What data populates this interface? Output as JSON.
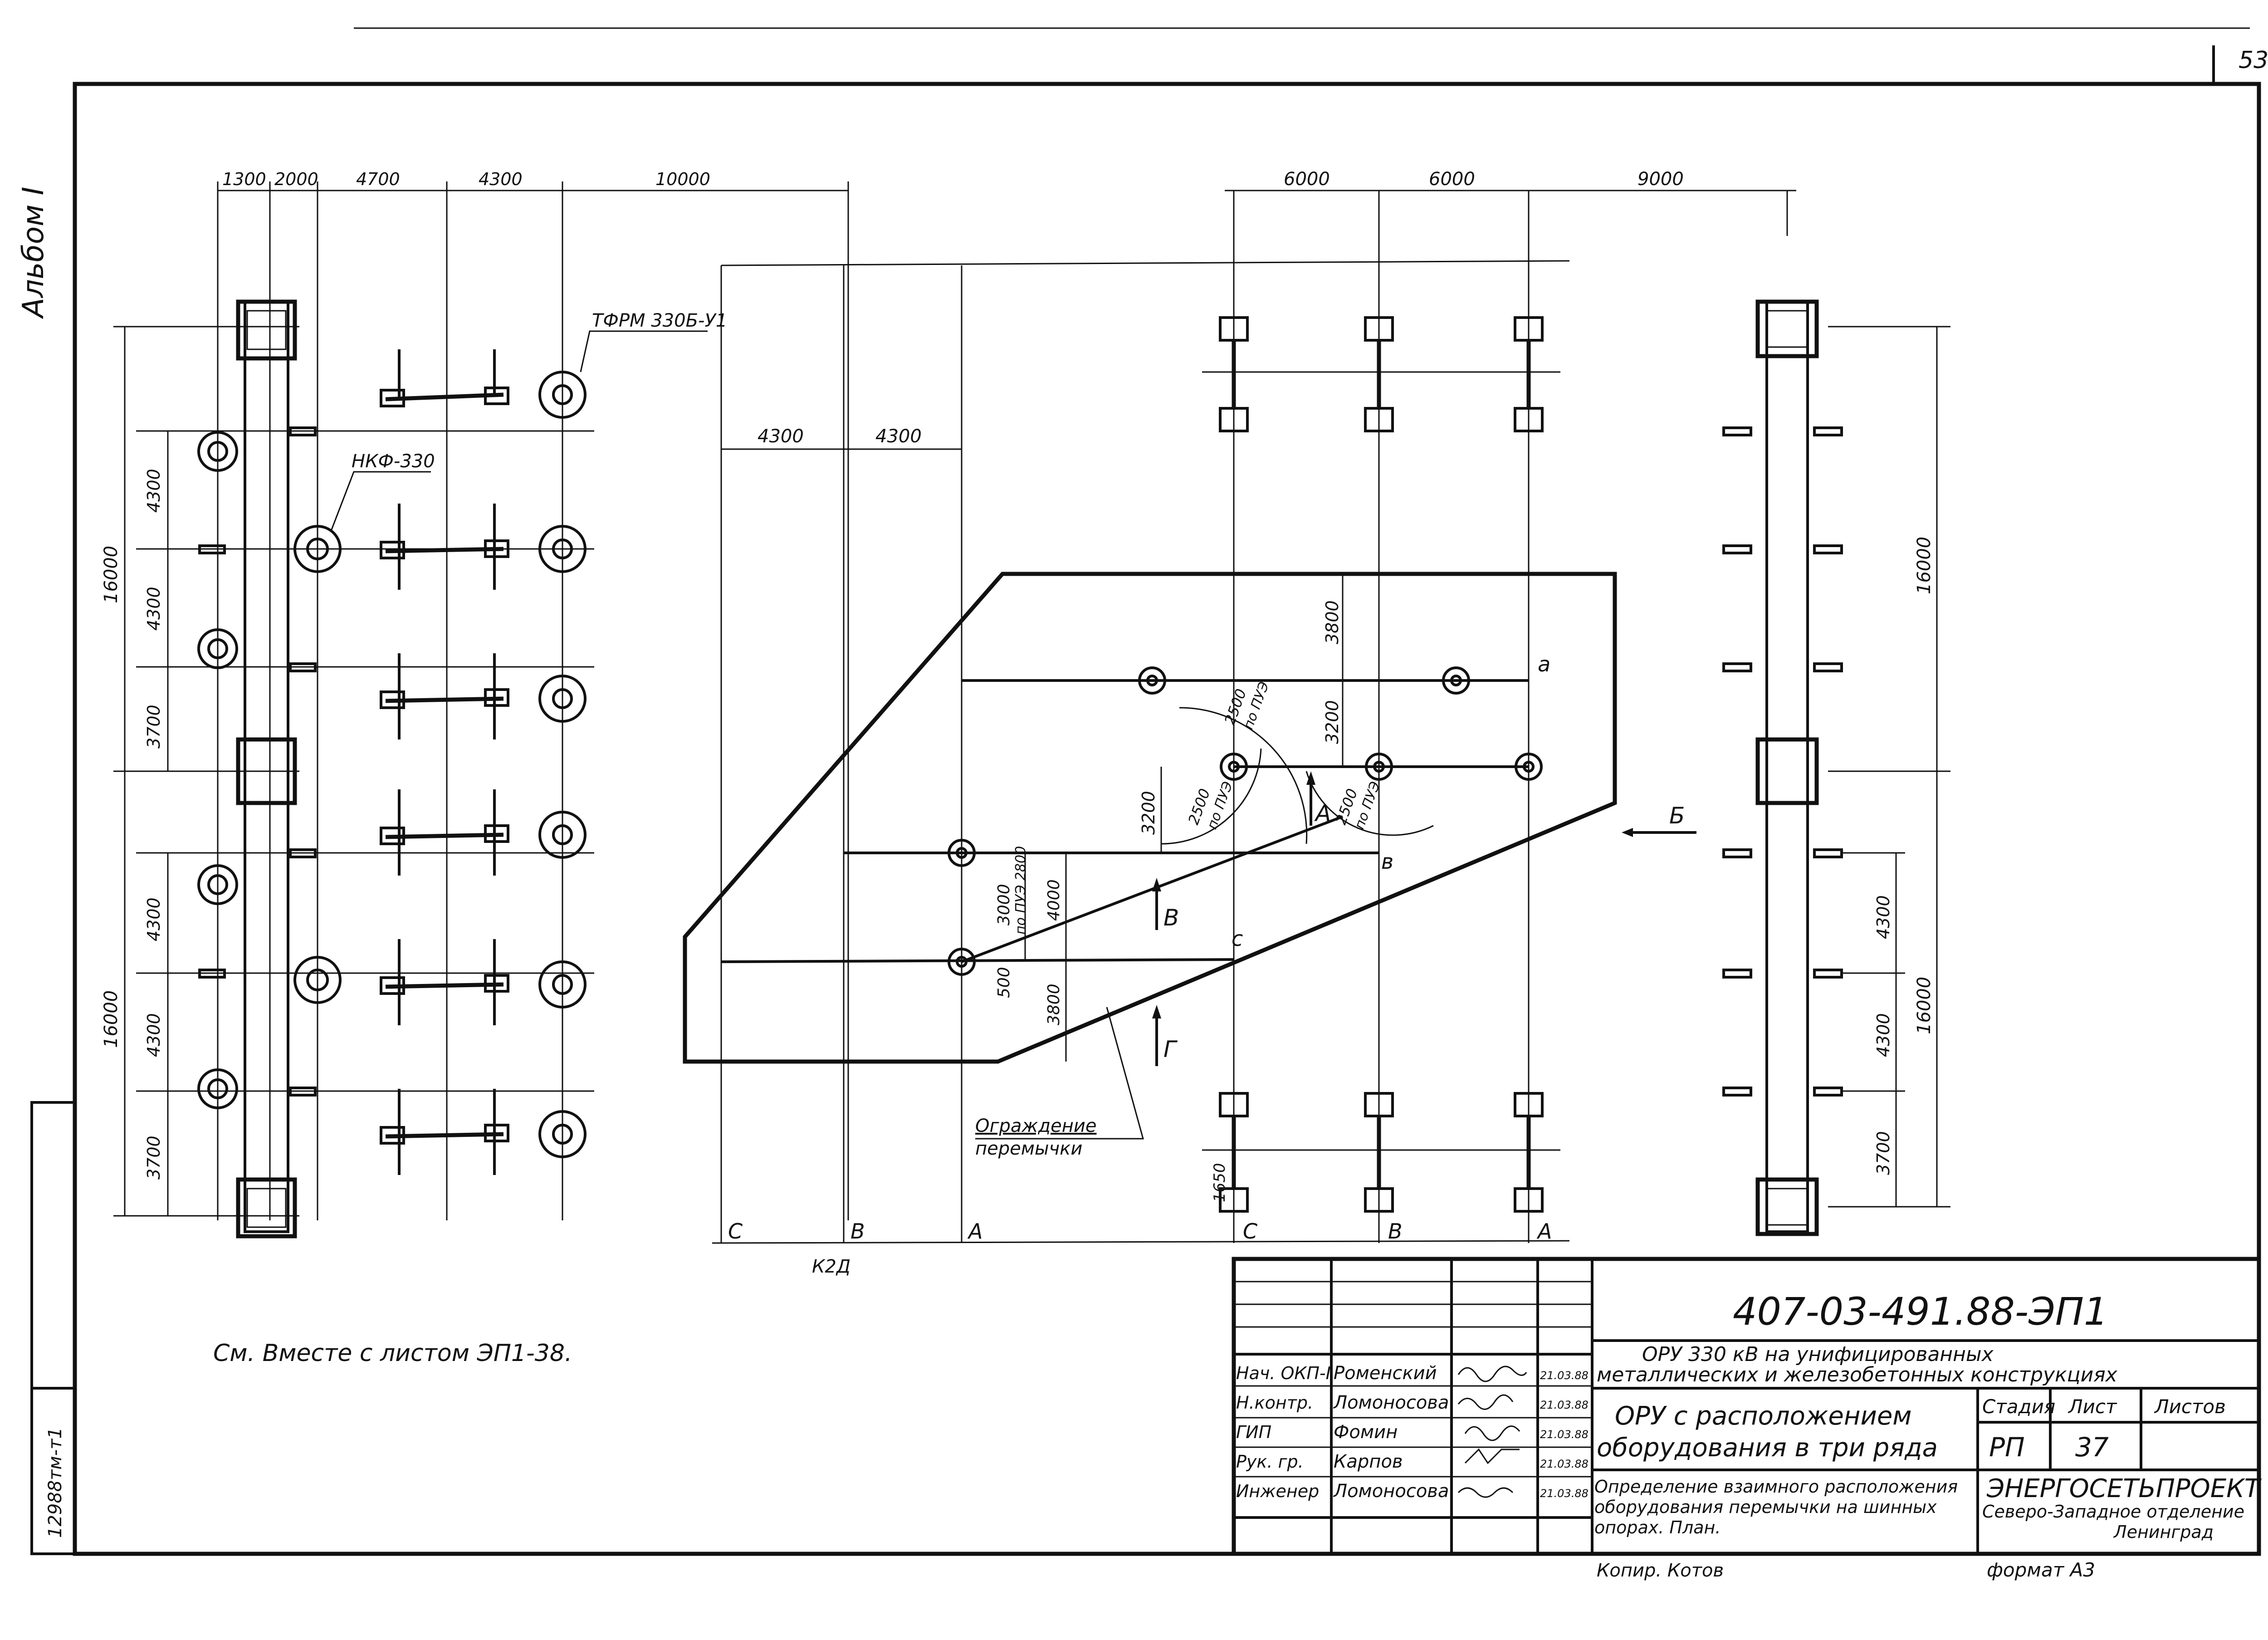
{
  "sheet_number": "53",
  "side_label": "Альбом I",
  "archive_code": "12988тм-т1",
  "equipment_labels": {
    "tfrm": "ТФРМ 330Б-У1",
    "nkf": "НКФ-330"
  },
  "fence_label": {
    "line1": "Ограждение",
    "line2": "перемычки"
  },
  "k2d_label": "К2Д",
  "note": "См. Вместе с листом ЭП1-38.",
  "view_labels": {
    "view_a": "А",
    "view_b": "Б",
    "view_v": "В",
    "view_g": "Г"
  },
  "axis_labels": {
    "left_c": "С",
    "left_b": "В",
    "left_a": "А",
    "right_c": "С",
    "right_b": "В",
    "right_a": "А"
  },
  "point_labels": {
    "a": "а",
    "v": "в",
    "c": "с"
  },
  "dims_left_top": [
    "1300",
    "2000",
    "4700",
    "4300",
    "10000"
  ],
  "dims_left_side": [
    "16000",
    "4300",
    "4300",
    "3700",
    "16000",
    "4300",
    "4300",
    "3700"
  ],
  "dims_mid": [
    "4300",
    "4300"
  ],
  "dims_right_top": [
    "6000",
    "6000",
    "9000"
  ],
  "dims_right_side": [
    "16000",
    "16000",
    "4300",
    "4300",
    "3700"
  ],
  "dims_center": {
    "d3800": "3800",
    "d3200a": "3200",
    "d3200b": "3200",
    "d2500a": "2500",
    "d2500a_sub": "по ПУЭ",
    "d2500b": "2500",
    "d2500b_sub": "по ПУЭ",
    "d2500c": "2500",
    "d2500c_sub": "по ПУЭ",
    "d3000": "3000",
    "d3000_sub": "по ПУЭ 2800",
    "d4000": "4000",
    "d500": "500",
    "d3800b": "3800",
    "d1650": "1650"
  },
  "title_block": {
    "doc_code": "407-03-491.88-ЭП1",
    "project_line1": "ОРУ 330 кВ на унифицированных",
    "project_line2": "металлических и железобетонных конструкциях",
    "drawing_title_line1": "ОРУ с расположением",
    "drawing_title_line2": "оборудования в три ряда",
    "sheet_title_line1": "Определение взаимного расположения",
    "sheet_title_line2": "оборудования перемычки на шинных",
    "sheet_title_line3": "опорах. План.",
    "org_line1": "ЭНЕРГОСЕТЬПРОЕКТ",
    "org_line2": "Северо-Западное отделение",
    "org_line3": "Ленинград",
    "stage_header": "Стадия",
    "sheet_header": "Лист",
    "sheets_header": "Листов",
    "stage": "РП",
    "sheet": "37",
    "sheets": "",
    "copied": "Копир. Котов",
    "format": "формат А3",
    "signers": [
      {
        "role": "Нач. ОКП-I",
        "name": "Роменский",
        "date": "21.03.88"
      },
      {
        "role": "Н.контр.",
        "name": "Ломоносова",
        "date": "21.03.88"
      },
      {
        "role": "ГИП",
        "name": "Фомин",
        "date": "21.03.88"
      },
      {
        "role": "Рук. гр.",
        "name": "Карпов",
        "date": "21.03.88"
      },
      {
        "role": "Инженер",
        "name": "Ломоносова",
        "date": "21.03.88"
      }
    ]
  }
}
